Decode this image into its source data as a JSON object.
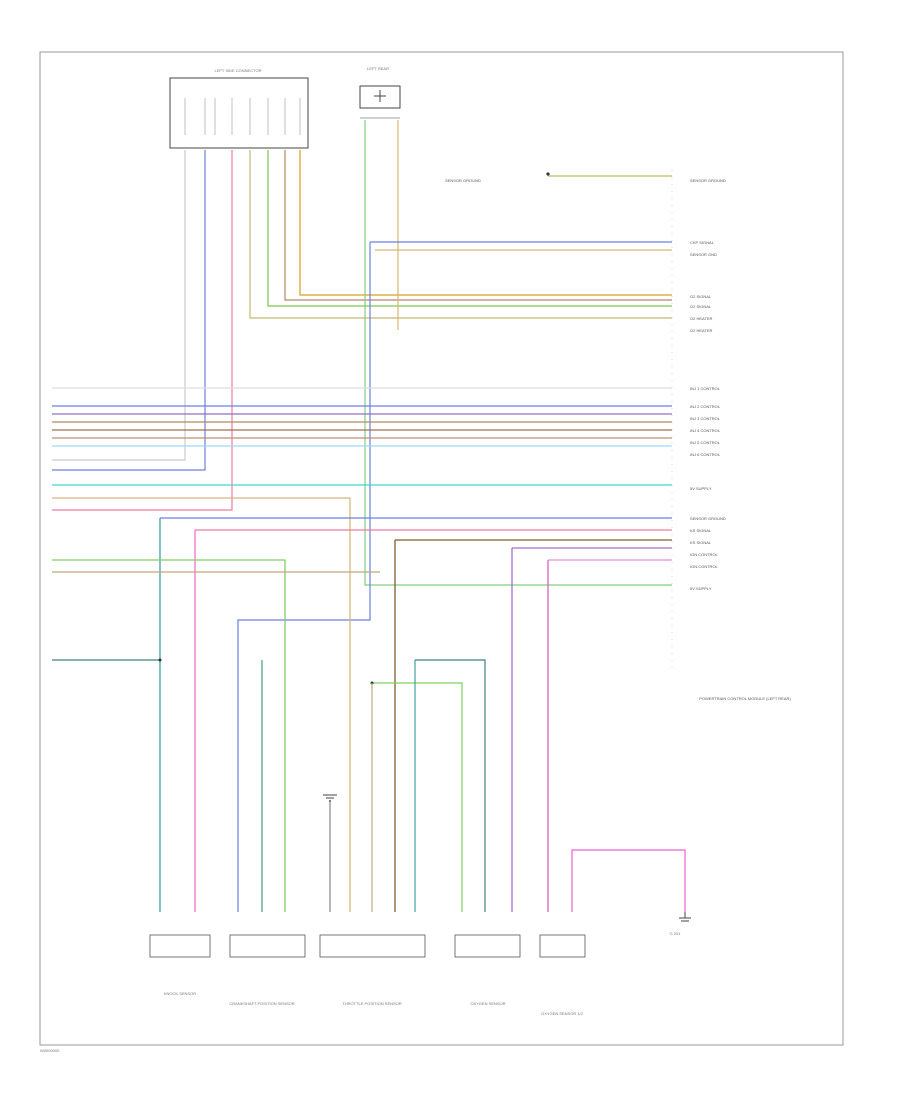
{
  "page": {
    "footer_code": "W0000000"
  },
  "diagram": {
    "connector_a_label": "LEFT SIDE CONNECTOR",
    "connector_b_label": "LEFT REAR",
    "right_pin_top_text": "SENSOR GROUND",
    "module_caption": "POWERTRAIN CONTROL MODULE (LEFT REAR)",
    "right_labels": [
      "SENSOR GROUND",
      "CKP SIGNAL",
      "SENSOR GND",
      "O2 SIGNAL",
      "O2 SIGNAL",
      "O2 HEATER",
      "O2 HEATER",
      "INJ 1 CONTROL",
      "INJ 2 CONTROL",
      "INJ 3 CONTROL",
      "INJ 4 CONTROL",
      "INJ 5 CONTROL",
      "INJ 6 CONTROL",
      "5V SUPPLY",
      "SENSOR GROUND",
      "KS SIGNAL",
      "KS SIGNAL",
      "IGN CONTROL",
      "IGN CONTROL",
      "5V SUPPLY"
    ],
    "bottom_components": [
      "KNOCK SENSOR",
      "CRANKSHAFT POSITION SENSOR",
      "THROTTLE POSITION SENSOR",
      "OXYGEN SENSOR",
      "OXYGEN SENSOR 1/2"
    ],
    "ground_label": "G 201"
  }
}
